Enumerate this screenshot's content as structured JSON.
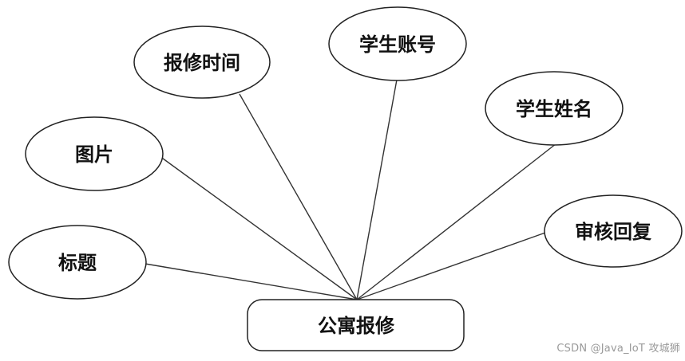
{
  "diagram": {
    "entity": {
      "label": "公寓报修"
    },
    "attributes": [
      {
        "id": "time",
        "label": "报修时间"
      },
      {
        "id": "account",
        "label": "学生账号"
      },
      {
        "id": "name",
        "label": "学生姓名"
      },
      {
        "id": "image",
        "label": "图片"
      },
      {
        "id": "reply",
        "label": "审核回复"
      },
      {
        "id": "title",
        "label": "标题"
      }
    ]
  },
  "watermark": "CSDN @Java_IoT 攻城狮"
}
